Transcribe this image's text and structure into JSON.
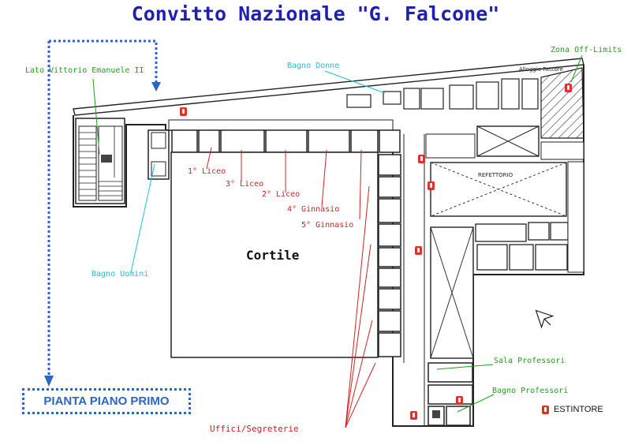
{
  "title": "Convitto Nazionale \"G. Falcone\"",
  "floor_label": "PIANTA PIANO PRIMO",
  "legend": {
    "extinguisher_label": "ESTINTORE",
    "icon": "fire-extinguisher-icon"
  },
  "courtyard": "Cortile",
  "building_labels": {
    "refettorio": "REFETTORIO",
    "alloggio_rettore": "Alloggio Rettore"
  },
  "green_labels": {
    "lato": "Lato Vittorio Emanuele II",
    "zona_off_limits": "Zona Off-Limits",
    "sala_professori": "Sala Professori",
    "bagno_professori": "Bagno Professori"
  },
  "cyan_labels": {
    "bagno_donne": "Bagno Donne",
    "bagno_uomini": "Bagno Uomini"
  },
  "red_labels": {
    "liceo1": "1° Liceo",
    "liceo3": "3° Liceo",
    "liceo2": "2° Liceo",
    "ginnasio4": "4° Ginnasio",
    "ginnasio5": "5° Ginnasio",
    "uffici": "Uffici/Segreterie"
  },
  "colors": {
    "title": "#1f1fb0",
    "green": "#1aa31a",
    "cyan": "#12c6d8",
    "red": "#d22020",
    "blue": "#2a66c4",
    "extinguisher": "#d8342c"
  }
}
